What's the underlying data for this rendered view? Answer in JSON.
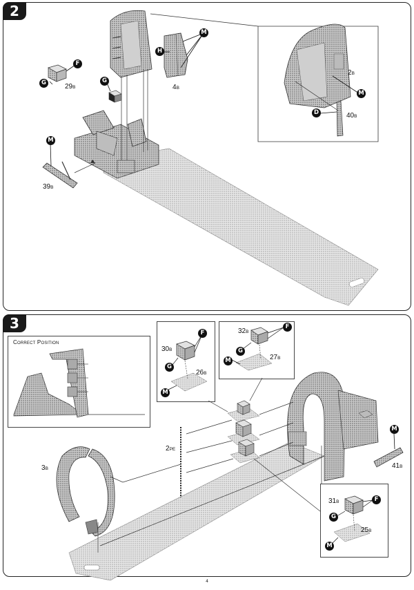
{
  "step2": {
    "number": "2",
    "labels": {
      "p29": {
        "n": "29",
        "s": "B"
      },
      "p4": {
        "n": "4",
        "s": "B"
      },
      "p2": {
        "n": "2",
        "s": "B"
      },
      "p40": {
        "n": "40",
        "s": "B"
      },
      "p39": {
        "n": "39",
        "s": "B"
      }
    },
    "badges": {
      "F": "F",
      "G1": "G",
      "G2": "G",
      "H": "H",
      "M1": "M",
      "M2": "M",
      "M3": "M",
      "D": "D"
    }
  },
  "step3": {
    "number": "3",
    "caption": "Correct Position",
    "labels": {
      "p30": {
        "n": "30",
        "s": "B"
      },
      "p26": {
        "n": "26",
        "s": "B"
      },
      "p32": {
        "n": "32",
        "s": "B"
      },
      "p27": {
        "n": "27",
        "s": "B"
      },
      "p2pe": {
        "n": "2",
        "s": "PE"
      },
      "p3": {
        "n": "3",
        "s": "B"
      },
      "p41": {
        "n": "41",
        "s": "B"
      },
      "p31": {
        "n": "31",
        "s": "B"
      },
      "p25": {
        "n": "25",
        "s": "B"
      }
    },
    "badges": {
      "F1": "F",
      "G1": "G",
      "M1": "M",
      "F2": "F",
      "G2": "G",
      "M2": "M",
      "M3": "M",
      "F3": "F",
      "G3": "G",
      "M4": "M"
    }
  },
  "page_number": "4"
}
